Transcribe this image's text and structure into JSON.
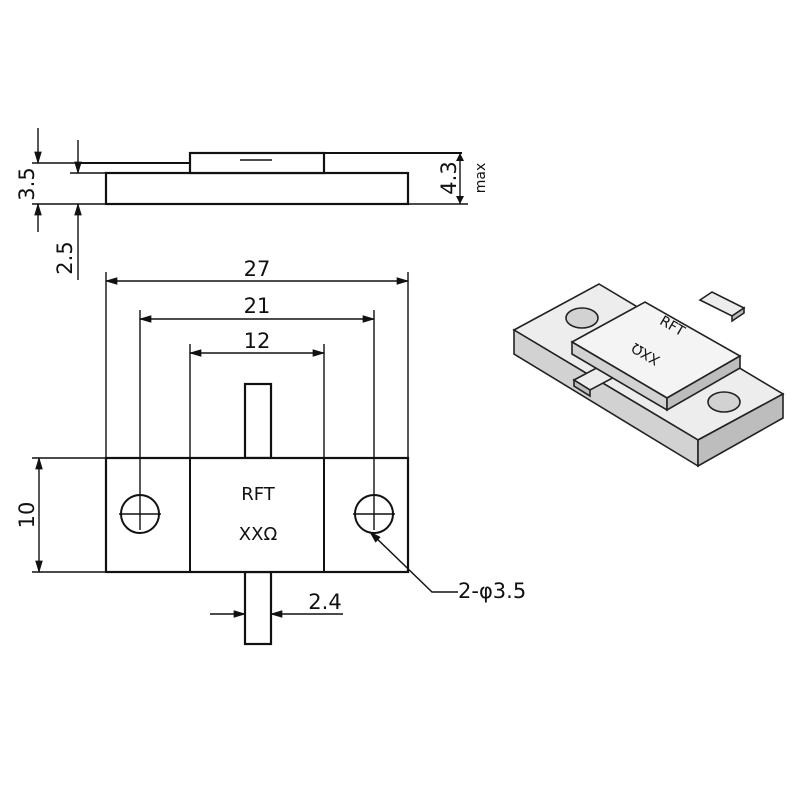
{
  "side_view": {
    "dim_base_height": "3.5",
    "dim_flange_thickness": "2.5",
    "dim_total_height": "4.3",
    "dim_total_height_note": "max"
  },
  "top_view": {
    "dim_overall_length": "27",
    "dim_hole_spacing": "21",
    "dim_body_width": "12",
    "dim_height": "10",
    "dim_tab_width": "2.4",
    "hole_callout": "2-φ3.5",
    "marking_line1": "RFT",
    "marking_line2": "XXΩ"
  },
  "iso_view": {
    "marking_line1": "RFT",
    "marking_line2": "XXΩ"
  }
}
